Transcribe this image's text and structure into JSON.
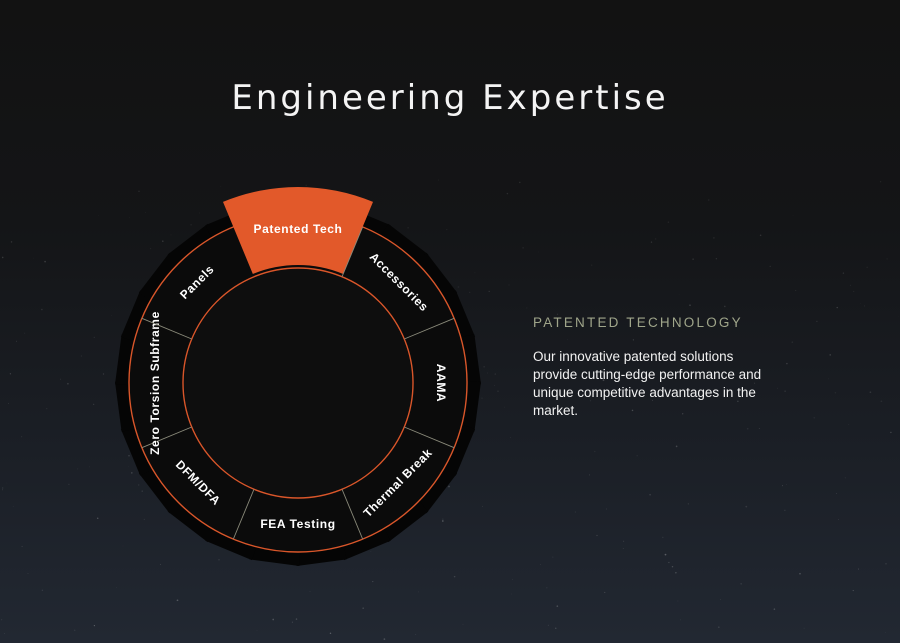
{
  "page": {
    "title": "Engineering Expertise"
  },
  "wheel": {
    "active_index": 0,
    "accent_color": "#e2592a",
    "segments": [
      {
        "label": "Patented Tech",
        "icon": "none"
      },
      {
        "label": "Accessories"
      },
      {
        "label": "AAMA"
      },
      {
        "label": "Thermal Break"
      },
      {
        "label": "FEA Testing"
      },
      {
        "label": "DFM/DFA"
      },
      {
        "label": "Zero Torsion Subframe"
      },
      {
        "label": "Panels"
      }
    ]
  },
  "detail": {
    "heading": "PATENTED TECHNOLOGY",
    "body": "Our innovative patented solutions provide cutting-edge performance and unique competitive advantages in the market."
  },
  "colors": {
    "background": "#141517",
    "ring": "#0b0b0b",
    "outline": "#d9562a",
    "divider": "#8a8a7a",
    "heading": "#9fa58a"
  }
}
